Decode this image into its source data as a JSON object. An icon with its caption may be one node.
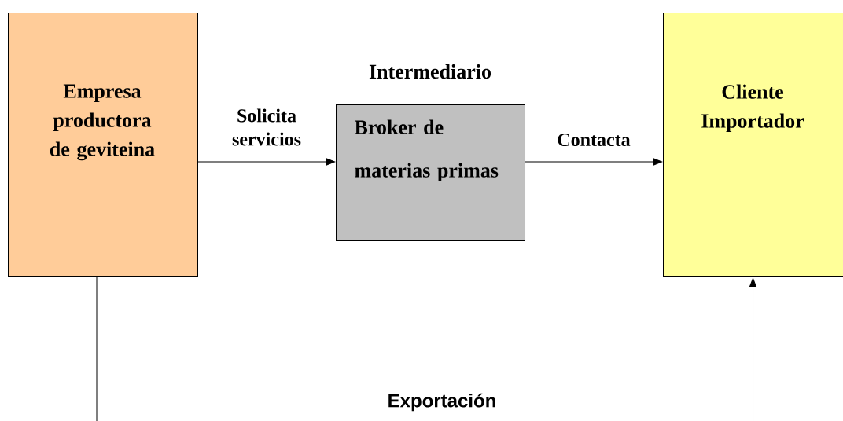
{
  "diagram": {
    "nodes": [
      {
        "text": [
          "Empresa productora de geviteina"
        ]
      },
      {
        "text": [
          "Intermediario",
          "Broker de materias primas"
        ]
      },
      {
        "text": [
          "Cliente Importador"
        ]
      }
    ],
    "edges": [
      {
        "from": 0,
        "to": 1,
        "arrow": "to",
        "label": "Solicita servicios"
      },
      {
        "from": 1,
        "to": 2,
        "arrow": "to",
        "label": "Contacta"
      },
      {
        "from": 0,
        "to": 2,
        "arrow": "to",
        "label": "Exportación"
      }
    ]
  }
}
